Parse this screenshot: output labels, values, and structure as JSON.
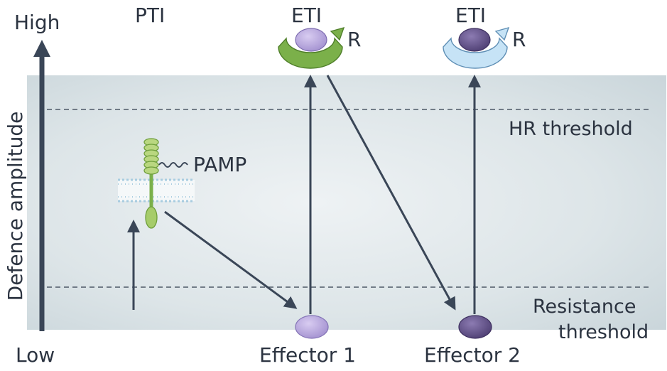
{
  "axis": {
    "high_label": "High",
    "low_label": "Low",
    "ylabel": "Defence amplitude"
  },
  "labels": {
    "pti": "PTI",
    "eti1": "ETI",
    "eti2": "ETI",
    "r1": "R",
    "r2": "R",
    "pamp": "PAMP",
    "hr_threshold": "HR threshold",
    "resistance_threshold_line1": "Resistance",
    "resistance_threshold_line2": "threshold",
    "effector1": "Effector 1",
    "effector2": "Effector 2"
  },
  "colors": {
    "band": "#d9e2e6",
    "arrow": "#3a4657",
    "r_protein_green": "#7bb04a",
    "r_protein_blue": "#a9d3ef",
    "effector1_fill": "#b8a8dc",
    "effector2_fill": "#6b5a92",
    "receptor_green": "#a6cc6a"
  }
}
